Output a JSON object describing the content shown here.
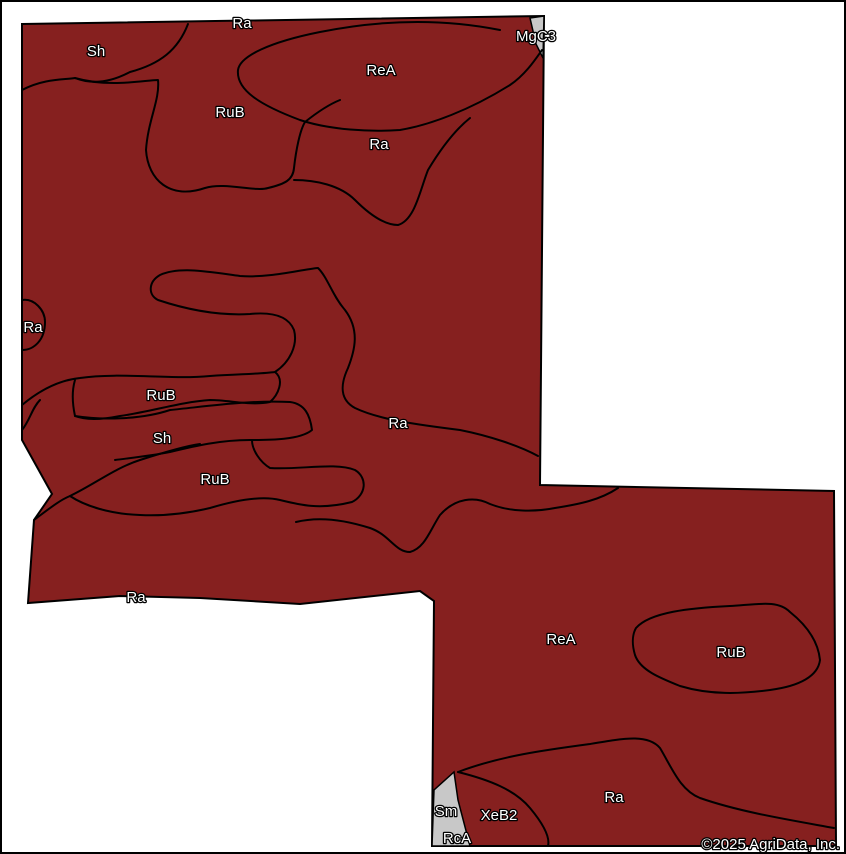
{
  "colors": {
    "soil_fill": "#86201f",
    "minor_fill": "#c8c8c8",
    "boundary": "#000000",
    "label_text": "#ffffff",
    "label_outline": "#000000",
    "background": "#ffffff"
  },
  "map_units": [
    {
      "id": "u1",
      "symbol": "Ra"
    },
    {
      "id": "u2",
      "symbol": "Sh"
    },
    {
      "id": "u3",
      "symbol": "MgC3"
    },
    {
      "id": "u4",
      "symbol": "ReA"
    },
    {
      "id": "u5",
      "symbol": "RuB"
    },
    {
      "id": "u6",
      "symbol": "Ra"
    },
    {
      "id": "u7",
      "symbol": "Ra"
    },
    {
      "id": "u8",
      "symbol": "RuB"
    },
    {
      "id": "u9",
      "symbol": "Sh"
    },
    {
      "id": "u10",
      "symbol": "Ra"
    },
    {
      "id": "u11",
      "symbol": "RuB"
    },
    {
      "id": "u12",
      "symbol": "Ra"
    },
    {
      "id": "u13",
      "symbol": "ReA"
    },
    {
      "id": "u14",
      "symbol": "RuB"
    },
    {
      "id": "u15",
      "symbol": "Ra"
    },
    {
      "id": "u16",
      "symbol": "Sm"
    },
    {
      "id": "u17",
      "symbol": "XeB2"
    },
    {
      "id": "u18",
      "symbol": "RcA"
    }
  ],
  "copyright": "©2025 AgriData, Inc."
}
